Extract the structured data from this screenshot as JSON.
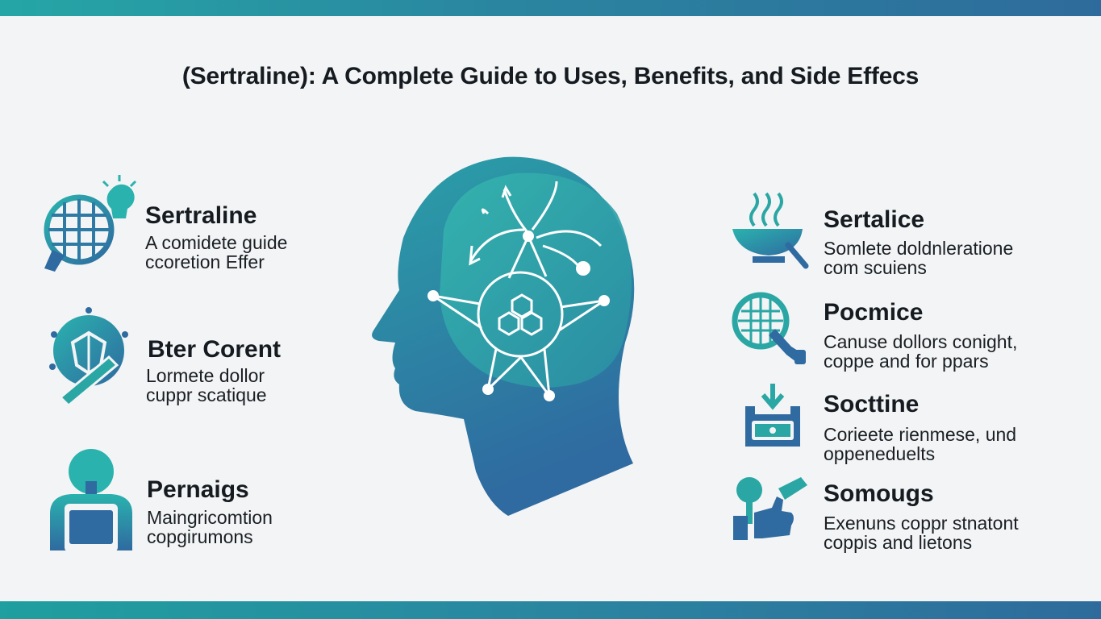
{
  "title": "(Sertraline): A Complete Guide to Uses, Benefits, and Side Effecs",
  "left_items": [
    {
      "heading": "Sertraline",
      "line1": "A comidete guide",
      "line2": "ccoretion Effer",
      "icon": "globe-lightbulb-icon"
    },
    {
      "heading": "Bter Corent",
      "line1": "Lormete dollor",
      "line2": "cuppr scatique",
      "icon": "shield-wrench-icon"
    },
    {
      "heading": "Pernaigs",
      "line1": "Maingricomtion",
      "line2": "copgirumons",
      "icon": "person-laptop-icon"
    }
  ],
  "right_items": [
    {
      "heading": "Sertalice",
      "line1": "Somlete doldnleratione",
      "line2": "com scuiens",
      "icon": "steaming-bowl-icon"
    },
    {
      "heading": "Pocmice",
      "line1": "Canuse dollors conight,",
      "line2": "coppe and for ppars",
      "icon": "grid-hand-icon"
    },
    {
      "heading": "Socttine",
      "line1": "Corieete rienmese, und",
      "line2": "oppeneduelts",
      "icon": "download-box-icon"
    },
    {
      "heading": "Somougs",
      "line1": "Exenuns coppr stnatont",
      "line2": "coppis and lietons",
      "icon": "key-thumbsup-icon"
    }
  ],
  "center_icon": "head-brain-network-icon",
  "colors": {
    "teal": "#2aa7a4",
    "blue": "#2f72a4",
    "band": "#2a86a0"
  }
}
